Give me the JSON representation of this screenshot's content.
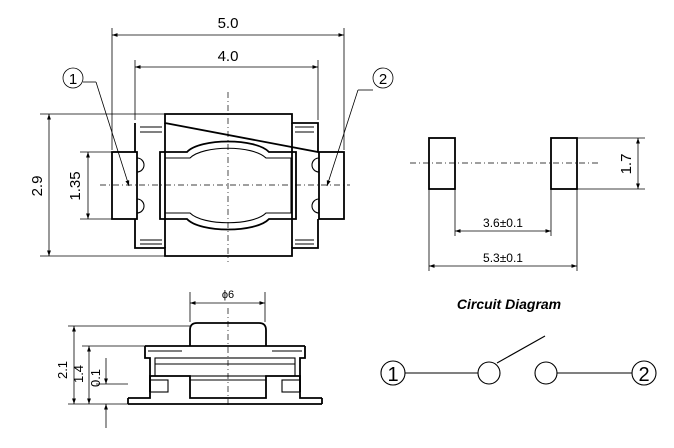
{
  "top_view": {
    "dim_width_overall": "5.0",
    "dim_width_body": "4.0",
    "dim_height_overall": "2.9",
    "dim_pad_height": "1.35",
    "terminal_1": "1",
    "terminal_2": "2"
  },
  "footprint": {
    "dim_pad_height": "1.7",
    "dim_inner_spacing": "3.6±0.1",
    "dim_outer_spacing": "5.3±0.1"
  },
  "side_view": {
    "dim_actuator_diameter": "ϕ6",
    "dim_total_height": "2.1",
    "dim_body_height": "1.4",
    "dim_standoff": "0.1"
  },
  "circuit": {
    "title": "Circuit Diagram",
    "terminal_1": "1",
    "terminal_2": "2"
  }
}
